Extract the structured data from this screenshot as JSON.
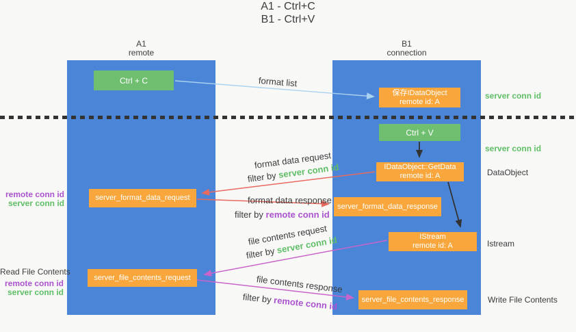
{
  "title": {
    "line1": "A1 - Ctrl+C",
    "line2": "B1 - Ctrl+V"
  },
  "lifelines": {
    "a1": {
      "name": "A1",
      "role": "remote"
    },
    "b1": {
      "name": "B1",
      "role": "connection"
    }
  },
  "nodes": {
    "ctrl_c": {
      "label": "Ctrl + C"
    },
    "save_idataobject": {
      "line1": "保存IDataObject",
      "line2": "remote id: A"
    },
    "ctrl_v": {
      "label": "Ctrl + V"
    },
    "idataobject_getdata": {
      "line1": "IDataObject::GetData",
      "line2": "remote id: A"
    },
    "server_format_data_request": {
      "label": "server_format_data_request"
    },
    "server_format_data_response": {
      "label": "server_format_data_response"
    },
    "istream": {
      "line1": "IStream",
      "line2": "remote id: A"
    },
    "server_file_contents_request": {
      "label": "server_file_contents_request"
    },
    "server_file_contents_response": {
      "label": "server_file_contents_response"
    }
  },
  "arrows": {
    "format_list": {
      "label": "format list"
    },
    "format_data_request": {
      "label": "format data request",
      "filter_prefix": "filter by",
      "filter_key": "server conn id"
    },
    "format_data_response": {
      "label": "format data response",
      "filter_prefix": "filter by",
      "filter_key": "remote conn id"
    },
    "file_contents_request": {
      "label": "file contents request",
      "filter_prefix": "filter by",
      "filter_key": "server conn id"
    },
    "file_contents_response": {
      "label": "file contents response",
      "filter_prefix": "filter by",
      "filter_key": "remote conn id"
    }
  },
  "side_labels": {
    "right_top_server_conn_id": "server conn id",
    "right_mid_server_conn_id": "server conn id",
    "right_dataobject": "DataObject",
    "right_istream": "Istream",
    "right_write_file_contents": "Write File Contents",
    "left_format_remote_conn_id": "remote conn id",
    "left_format_server_conn_id": "server conn id",
    "left_read_file_contents": "Read File Contents",
    "left_file_remote_conn_id": "remote conn id",
    "left_file_server_conn_id": "server conn id"
  },
  "colors": {
    "lifeline_blue": "#4a85d8",
    "action_green": "#70bf71",
    "message_orange": "#f9a73c",
    "arrow_light_blue": "#a9d2f0",
    "arrow_red": "#e96a5e",
    "arrow_magenta": "#c864ca",
    "arrow_black": "#333333",
    "label_green": "#5fbe66",
    "label_purple": "#ab53cf",
    "text_dark": "#3a3a3a",
    "background": "#f8f8f7"
  }
}
